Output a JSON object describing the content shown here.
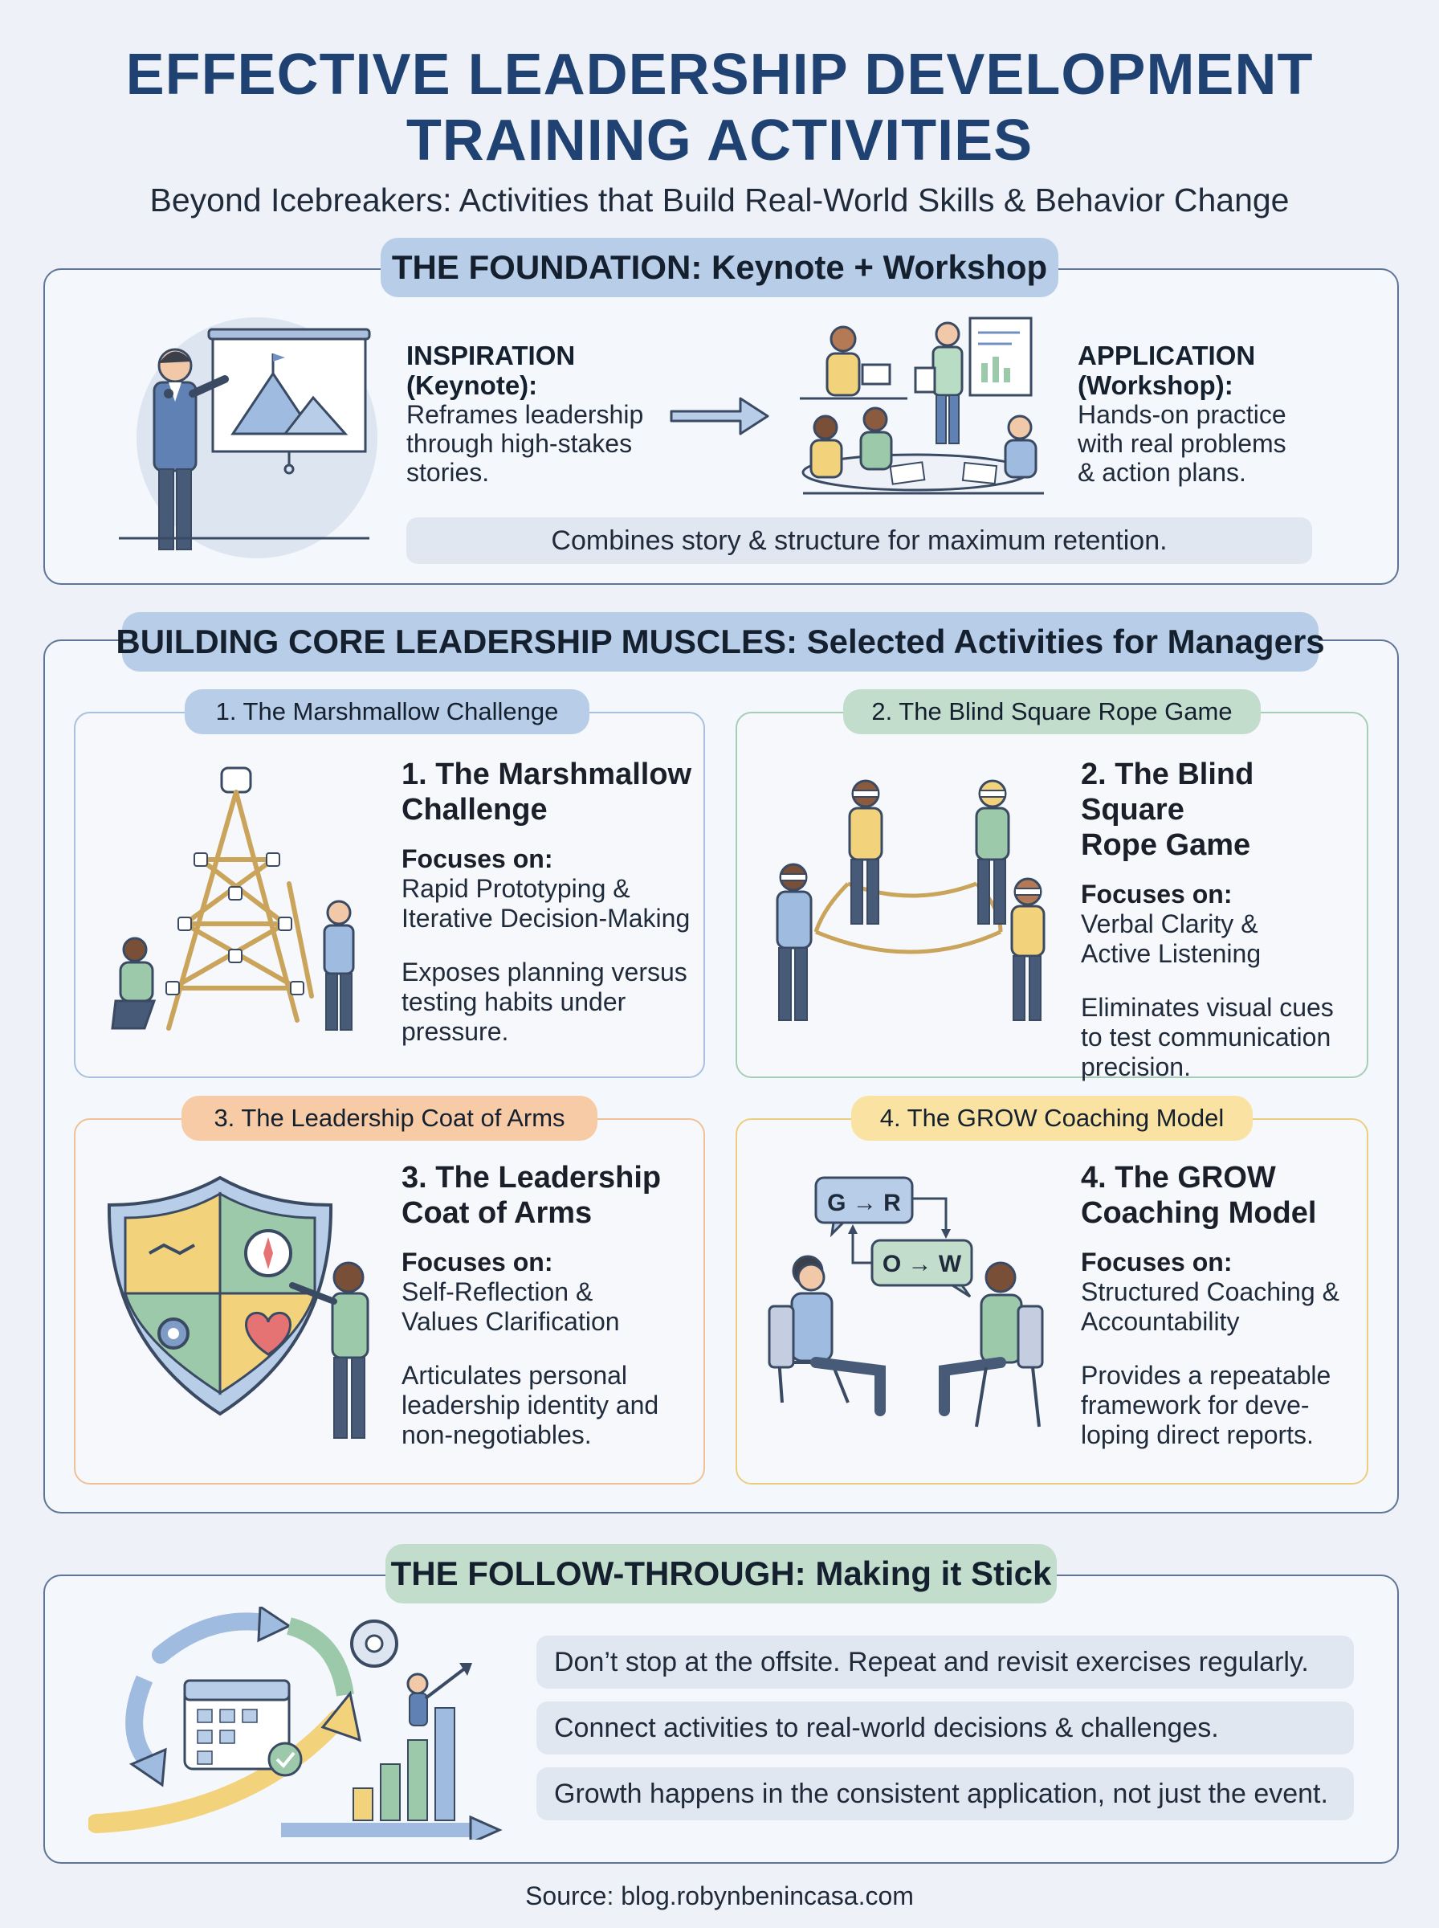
{
  "header": {
    "title_line1": "EFFECTIVE LEADERSHIP DEVELOPMENT",
    "title_line2": "TRAINING ACTIVITIES",
    "subtitle": "Beyond Icebreakers: Activities that Build Real-World Skills & Behavior Change"
  },
  "foundation": {
    "heading": "THE FOUNDATION: Keynote + Workshop",
    "inspiration": {
      "head_line1": "INSPIRATION",
      "head_line2": "(Keynote):",
      "body_line1": "Reframes leadership",
      "body_line2": "through high-stakes",
      "body_line3": "stories."
    },
    "application": {
      "head_line1": "APPLICATION",
      "head_line2": "(Workshop):",
      "body_line1": "Hands-on practice",
      "body_line2": "with real problems",
      "body_line3": "& action plans."
    },
    "summary": "Combines story & structure for maximum retention."
  },
  "core": {
    "heading": "BUILDING CORE LEADERSHIP MUSCLES: Selected Activities for Managers",
    "activities": [
      {
        "tag": "1. The Marshmallow Challenge",
        "title_line1": "1. The Marshmallow",
        "title_line2": "Challenge",
        "focus_label": "Focuses on:",
        "focus_line1": "Rapid Prototyping &",
        "focus_line2": "Iterative Decision-Making",
        "desc_line1": "Exposes planning versus",
        "desc_line2": "testing habits under",
        "desc_line3": "pressure."
      },
      {
        "tag": "2. The Blind Square Rope Game",
        "title_line1": "2. The Blind Square",
        "title_line2": "Rope Game",
        "focus_label": "Focuses on:",
        "focus_line1": "Verbal Clarity &",
        "focus_line2": "Active Listening",
        "desc_line1": "Eliminates visual cues",
        "desc_line2": "to test communication",
        "desc_line3": "precision."
      },
      {
        "tag": "3. The Leadership Coat of Arms",
        "title_line1": "3. The Leadership",
        "title_line2": "Coat of Arms",
        "focus_label": "Focuses on:",
        "focus_line1": "Self-Reflection &",
        "focus_line2": "Values Clarification",
        "desc_line1": "Articulates personal",
        "desc_line2": "leadership identity and",
        "desc_line3": "non-negotiables."
      },
      {
        "tag": "4. The GROW Coaching Model",
        "title_line1": "4. The GROW",
        "title_line2": "Coaching Model",
        "focus_label": "Focuses on:",
        "focus_line1": "Structured Coaching &",
        "focus_line2": "Accountability",
        "desc_line1": "Provides a repeatable",
        "desc_line2": "framework for deve-",
        "desc_line3": "loping direct reports."
      }
    ],
    "grow_bubble_1": "G → R",
    "grow_bubble_2": "O → W"
  },
  "followthrough": {
    "heading": "THE FOLLOW-THROUGH: Making it Stick",
    "points": [
      "Don’t stop at the offsite. Repeat and revisit exercises regularly.",
      "Connect activities to real-world decisions & challenges.",
      "Growth happens in the consistent application, not just the event."
    ]
  },
  "footer": {
    "source": "Source: blog.robynbenincasa.com"
  },
  "colors": {
    "navy_title": "#1f4272",
    "pill_blue": "#b8cde8",
    "pill_green": "#c3ddcd",
    "pill_orange": "#f7cba6",
    "pill_yellow": "#fae3a2"
  }
}
